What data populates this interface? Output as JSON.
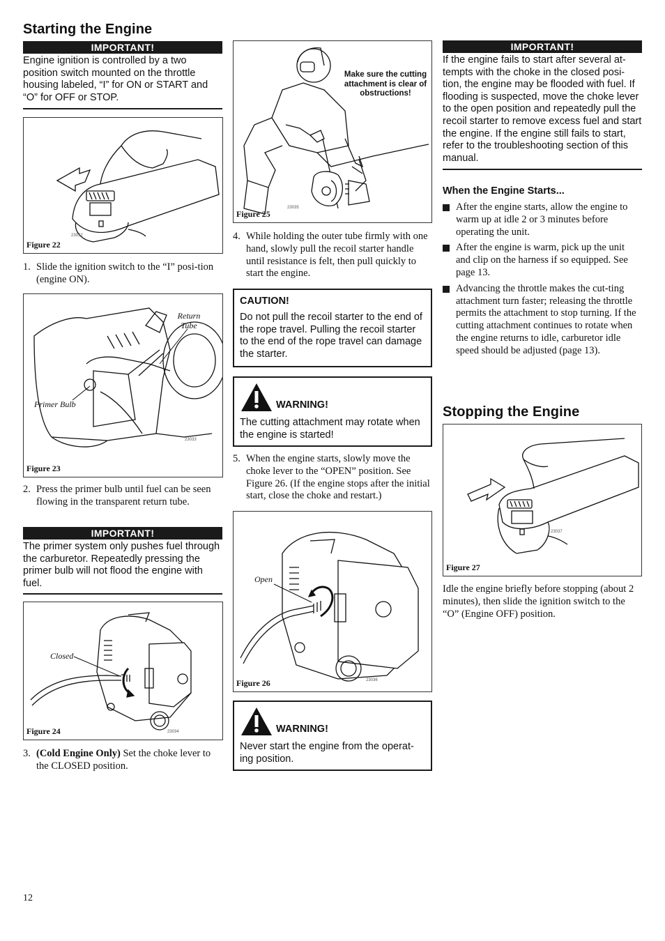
{
  "page_number": "12",
  "left": {
    "title": "Starting the Engine",
    "important1": {
      "label": "IMPORTANT!",
      "text": "Engine ignition is controlled by a two position switch mounted on the throttle housing labeled, “I” for ON or START and “O” for OFF or STOP."
    },
    "figure22": {
      "label": "Figure 22",
      "code": "23032"
    },
    "step1": {
      "num": "1.",
      "text": "Slide the ignition switch to the “I” posi-tion (engine ON)."
    },
    "figure23": {
      "label": "Figure 23",
      "code": "23033",
      "callout_return": "Return Tube",
      "callout_primer": "Primer Bulb"
    },
    "step2": {
      "num": "2.",
      "text": "Press the primer bulb until fuel can be seen flowing in the transparent return tube."
    },
    "important2": {
      "label": "IMPORTANT!",
      "text": "The primer system only pushes fuel through the carburetor. Repeatedly pressing the primer bulb will not flood the engine with fuel."
    },
    "figure24": {
      "label": "Figure 24",
      "code": "23034",
      "callout_closed": "Closed"
    },
    "step3": {
      "num": "3.",
      "bold": "(Cold Engine Only)",
      "text": " Set the choke lever to the CLOSED position."
    }
  },
  "middle": {
    "figure25": {
      "label": "Figure 25",
      "code": "23035",
      "callout": "Make sure the cutting attachment is clear of obstructions!"
    },
    "step4": {
      "num": "4.",
      "text": "While holding the outer tube firmly with one hand, slowly pull the recoil starter handle until resistance is felt, then pull quickly to start the engine."
    },
    "caution": {
      "label": "CAUTION!",
      "text": "Do not pull the recoil starter to the end of the rope travel. Pulling the recoil starter to the end of the rope travel can damage the starter."
    },
    "warning1": {
      "label": "WARNING!",
      "text": "The cutting attachment may rotate when the engine is started!"
    },
    "step5": {
      "num": "5.",
      "text": "When the engine starts, slowly move the choke lever to the “OPEN” position. See Figure 26. (If the engine stops after the initial start, close the choke and restart.)"
    },
    "figure26": {
      "label": "Figure 26",
      "code": "23036",
      "callout_open": "Open"
    },
    "warning2": {
      "label": "WARNING!",
      "text": "Never start the engine from the operat-ing position."
    }
  },
  "right": {
    "important3": {
      "label": "IMPORTANT!",
      "text": "If the engine fails to start after several at-tempts with the choke in the closed posi-tion, the engine may be flooded with fuel. If flooding is suspected, move the choke lever to the open position and repeatedly pull the recoil starter to remove excess fuel and start the engine. If the engine still fails to start, refer to the troubleshooting section of this manual."
    },
    "engine_starts": {
      "heading": "When the Engine Starts...",
      "items": [
        "After the engine starts, allow the engine to warm up at idle 2 or 3 minutes before operating the unit.",
        "After the engine is warm, pick up the unit and clip on the harness if so equipped. See page 13.",
        "Advancing the throttle makes the cut-ting attachment turn faster; releasing the throttle permits the attachment to stop turning. If the cutting attachment continues to rotate when the engine returns to idle, carburetor idle speed should be adjusted (page 13)."
      ]
    },
    "stopping": {
      "title": "Stopping the Engine",
      "figure27": {
        "label": "Figure 27",
        "code": "23037"
      },
      "text": "Idle the engine briefly before stopping (about 2 minutes), then slide the ignition switch to the “O” (Engine OFF) position."
    }
  }
}
